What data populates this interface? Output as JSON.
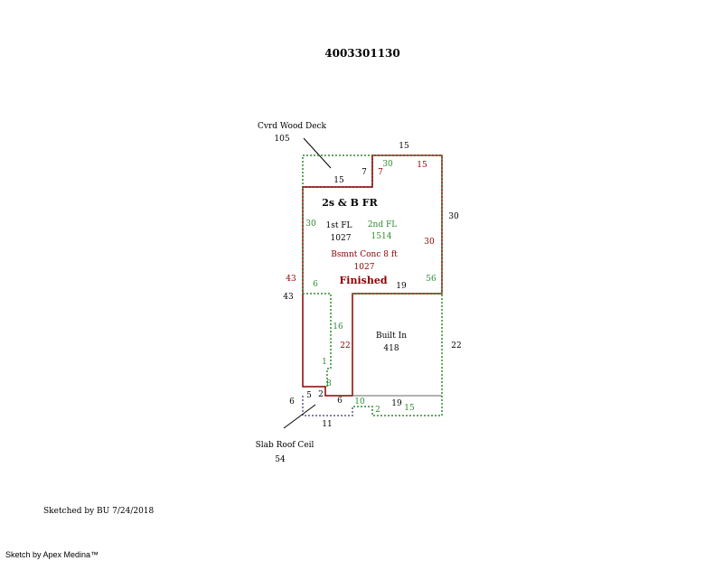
{
  "parcel_id": "4003301130",
  "colors": {
    "dark_red": "#8b0000",
    "green": "#2e8b2e",
    "black": "#000000",
    "blue_gray": "#5a5a8a"
  },
  "labels": {
    "deck_name": "Cvrd Wood Deck",
    "deck_area": "105",
    "main_name": "2s & B FR",
    "first_fl": "1st FL",
    "first_fl_area": "1027",
    "second_fl": "2nd FL",
    "second_fl_area": "1514",
    "bsmnt": "Bsmnt Conc 8 ft",
    "bsmnt_area": "1027",
    "finished": "Finished",
    "builtin_name": "Built In",
    "builtin_area": "418",
    "slab_name": "Slab Roof Ceil",
    "slab_area": "54"
  },
  "dimensions": {
    "top_15": "15",
    "deck_15": "15",
    "deck_7a": "7",
    "deck_7b": "7",
    "green_30_top": "30",
    "red_15_top": "15",
    "right_30": "30",
    "green_30_left": "30",
    "red_30_right": "30",
    "red_43": "43",
    "black_43": "43",
    "green_6": "6",
    "green_56": "56",
    "black_19_mid": "19",
    "green_16": "16",
    "red_22": "22",
    "black_22_right": "22",
    "green_1": "1",
    "green_8": "8",
    "black_5": "5",
    "black_2": "2",
    "black_6_left": "6",
    "black_6_bottom": "6",
    "green_10": "10",
    "black_19_bottom": "19",
    "green_2": "2",
    "green_15": "15",
    "black_11": "11"
  },
  "footer": {
    "sketched_by": "Sketched by BU 7/24/2018",
    "software": "Sketch by Apex Medina™"
  }
}
